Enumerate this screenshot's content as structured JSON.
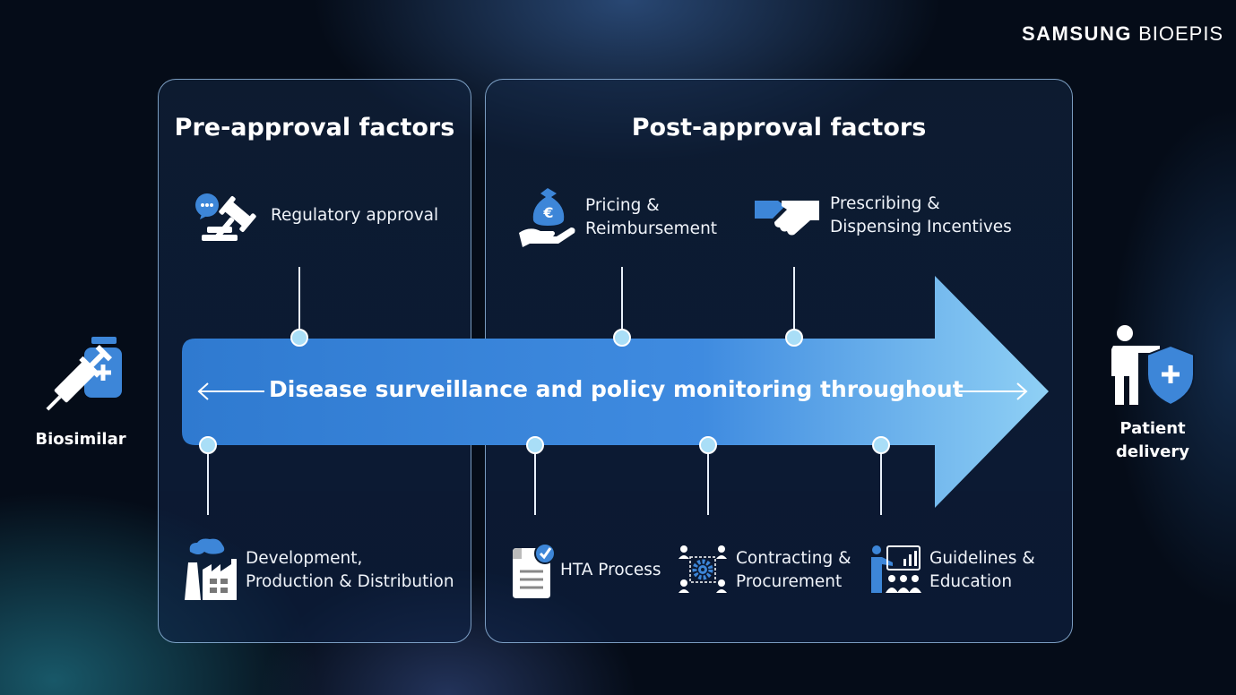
{
  "brand": {
    "name_bold": "SAMSUNG",
    "name_light": "BIOEPIS"
  },
  "panels": {
    "pre_title": "Pre-approval factors",
    "post_title": "Post-approval factors"
  },
  "arrow": {
    "text": "Disease surveillance and policy monitoring throughout"
  },
  "top_items": [
    {
      "label": "Regulatory approval",
      "icon": "gavel-icon"
    },
    {
      "line1": "Pricing &",
      "line2": "Reimbursement",
      "icon": "money-bag-hand-icon"
    },
    {
      "line1": "Prescribing &",
      "line2": "Dispensing Incentives",
      "icon": "handshake-icon"
    }
  ],
  "bottom_items": [
    {
      "line1": "Development,",
      "line2": "Production & Distribution",
      "icon": "factory-icon"
    },
    {
      "label": "HTA Process",
      "icon": "checked-document-icon"
    },
    {
      "line1": "Contracting &",
      "line2": "Procurement",
      "icon": "network-gear-icon"
    },
    {
      "line1": "Guidelines &",
      "line2": "Education",
      "icon": "presentation-icon"
    }
  ],
  "start": {
    "label": "Biosimilar",
    "icon": "syringe-vial-icon"
  },
  "end": {
    "line1": "Patient",
    "line2": "delivery",
    "icon": "patient-shield-icon"
  },
  "colors": {
    "accent": "#3d86d8",
    "dot": "#a9def7"
  }
}
